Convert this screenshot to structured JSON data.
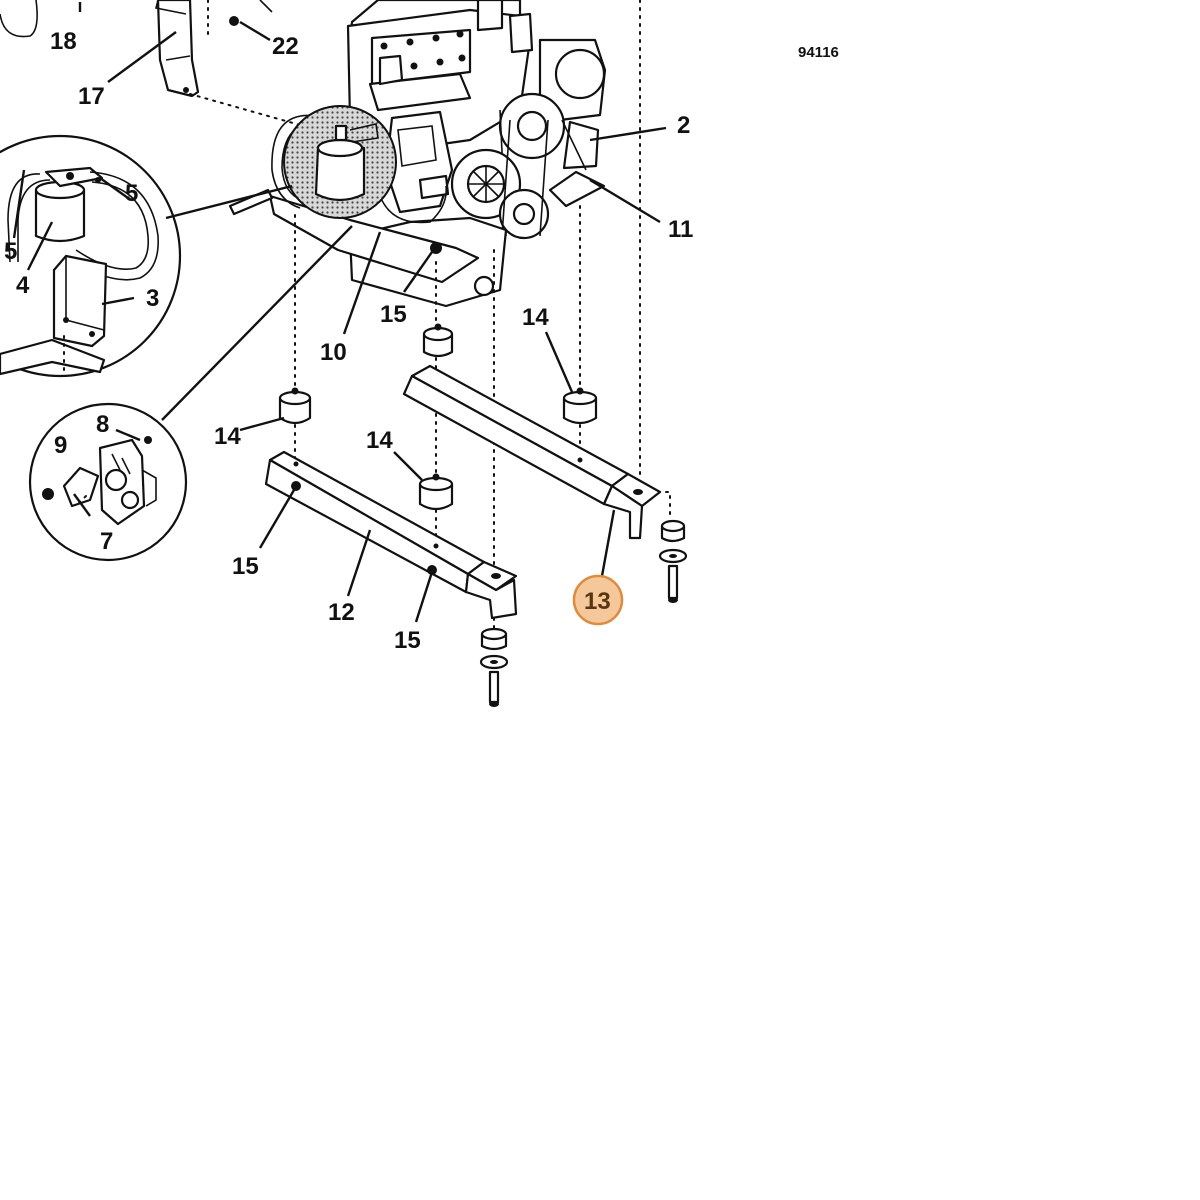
{
  "diagram": {
    "reference_number": "94116",
    "callouts": [
      {
        "id": "c18",
        "text": "18"
      },
      {
        "id": "c22",
        "text": "22"
      },
      {
        "id": "c17",
        "text": "17"
      },
      {
        "id": "c2",
        "text": "2"
      },
      {
        "id": "c11",
        "text": "11"
      },
      {
        "id": "c5a",
        "text": "5"
      },
      {
        "id": "c5b",
        "text": "5"
      },
      {
        "id": "c4",
        "text": "4"
      },
      {
        "id": "c3",
        "text": "3"
      },
      {
        "id": "c15a",
        "text": "15"
      },
      {
        "id": "c10",
        "text": "10"
      },
      {
        "id": "c14a",
        "text": "14"
      },
      {
        "id": "c8",
        "text": "8"
      },
      {
        "id": "c9",
        "text": "9"
      },
      {
        "id": "c7",
        "text": "7"
      },
      {
        "id": "c14b",
        "text": "14"
      },
      {
        "id": "c14c",
        "text": "14"
      },
      {
        "id": "c15b",
        "text": "15"
      },
      {
        "id": "c12",
        "text": "12"
      },
      {
        "id": "c15c",
        "text": "15"
      },
      {
        "id": "c13",
        "text": "13"
      }
    ],
    "highlighted_callout": "13",
    "highlight_color": "#f4c89a",
    "highlight_stroke": "#e08a3c"
  }
}
